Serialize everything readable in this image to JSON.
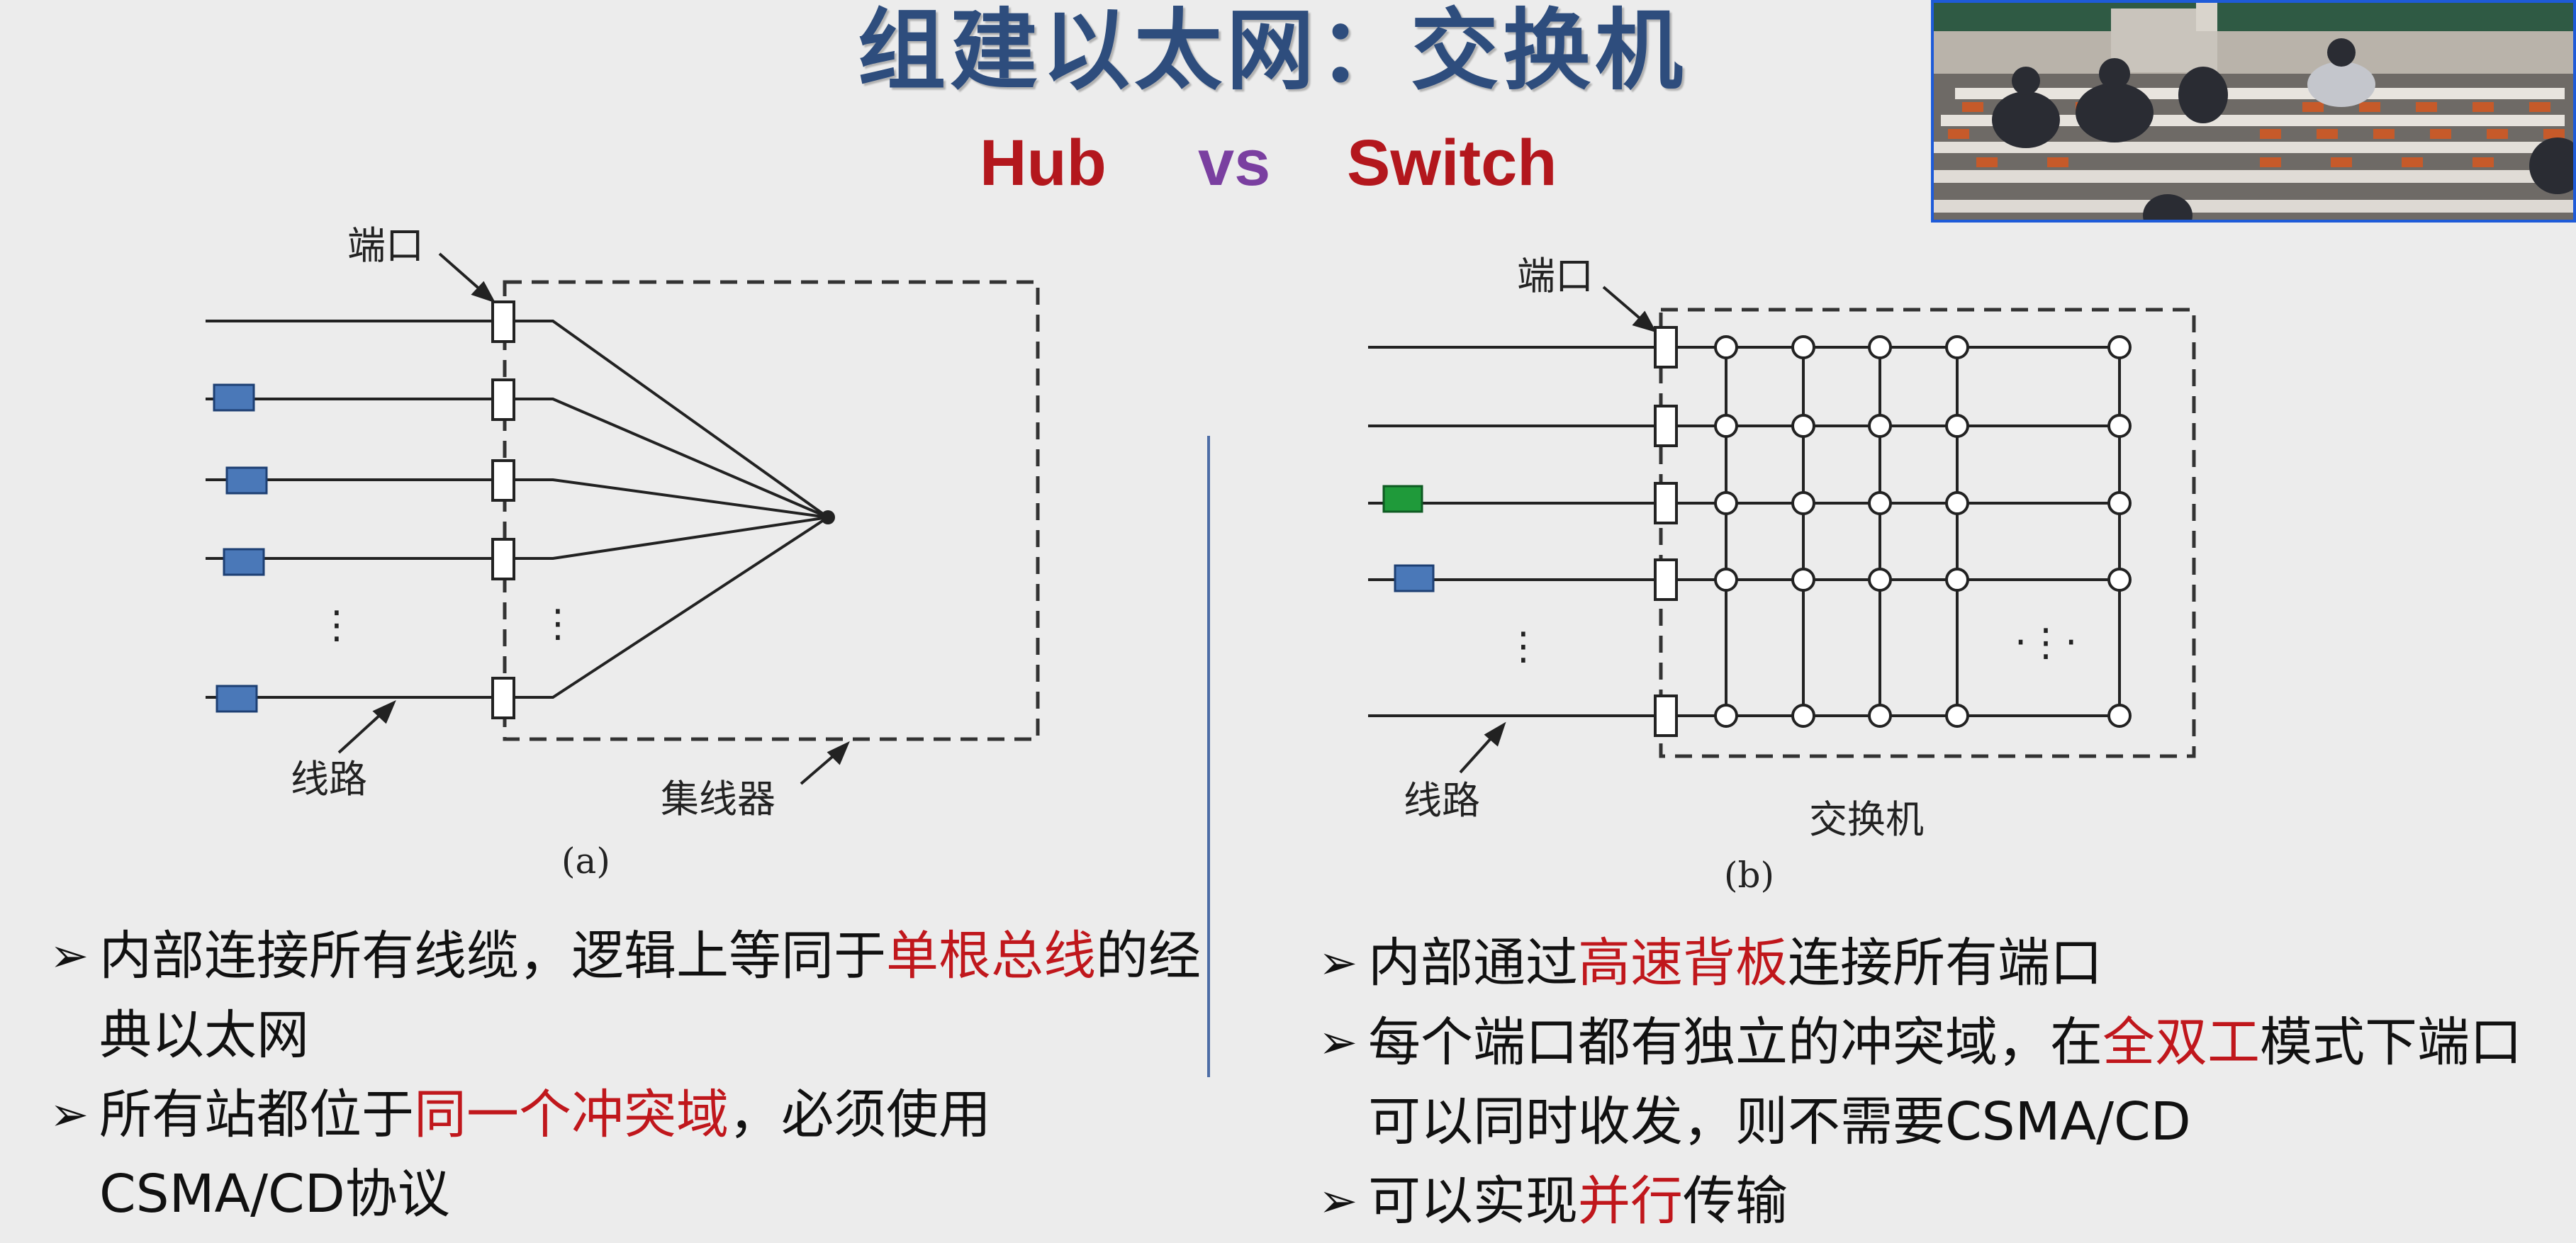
{
  "slide": {
    "title": "组建以太网：交换机",
    "subtitle": {
      "hub": "Hub",
      "vs": "vs",
      "switch": "Switch"
    },
    "highlight_color": "#c0171c",
    "title_color": "#2e4d7d"
  },
  "diagram_a": {
    "port_label": "端口",
    "line_label": "线路",
    "device_label": "集线器",
    "caption": "(a)",
    "ellipsis": "⋮",
    "station_color": "#4a78b8"
  },
  "diagram_b": {
    "port_label": "端口",
    "line_label": "线路",
    "device_label": "交换机",
    "caption": "(b)",
    "ellipsis": "⋮",
    "ellipsis_inner": "·⋮·",
    "station_color": "#4a78b8",
    "active_station_color": "#1f9a3a"
  },
  "left_bullets": [
    {
      "marker": "➢",
      "parts": [
        {
          "text": "内部连接所有线缆，逻辑上等同于"
        },
        {
          "text": "单根总线",
          "highlight": true
        },
        {
          "text": "的经典以太网"
        }
      ]
    },
    {
      "marker": "➢",
      "parts": [
        {
          "text": "所有站都位于"
        },
        {
          "text": "同一个冲突域",
          "highlight": true
        },
        {
          "text": "，必须使用CSMA/CD协议"
        }
      ]
    }
  ],
  "right_bullets": [
    {
      "marker": "➢",
      "parts": [
        {
          "text": "内部通过"
        },
        {
          "text": "高速背板",
          "highlight": true
        },
        {
          "text": "连接所有端口"
        }
      ]
    },
    {
      "marker": "➢",
      "parts": [
        {
          "text": "每个端口都有独立的冲突域，在"
        },
        {
          "text": "全双工",
          "highlight": true
        },
        {
          "text": "模式下端口可以同时收发，则不需要CSMA/CD"
        }
      ]
    },
    {
      "marker": "➢",
      "parts": [
        {
          "text": "可以实现"
        },
        {
          "text": "并行",
          "highlight": true
        },
        {
          "text": "传输"
        }
      ]
    }
  ]
}
